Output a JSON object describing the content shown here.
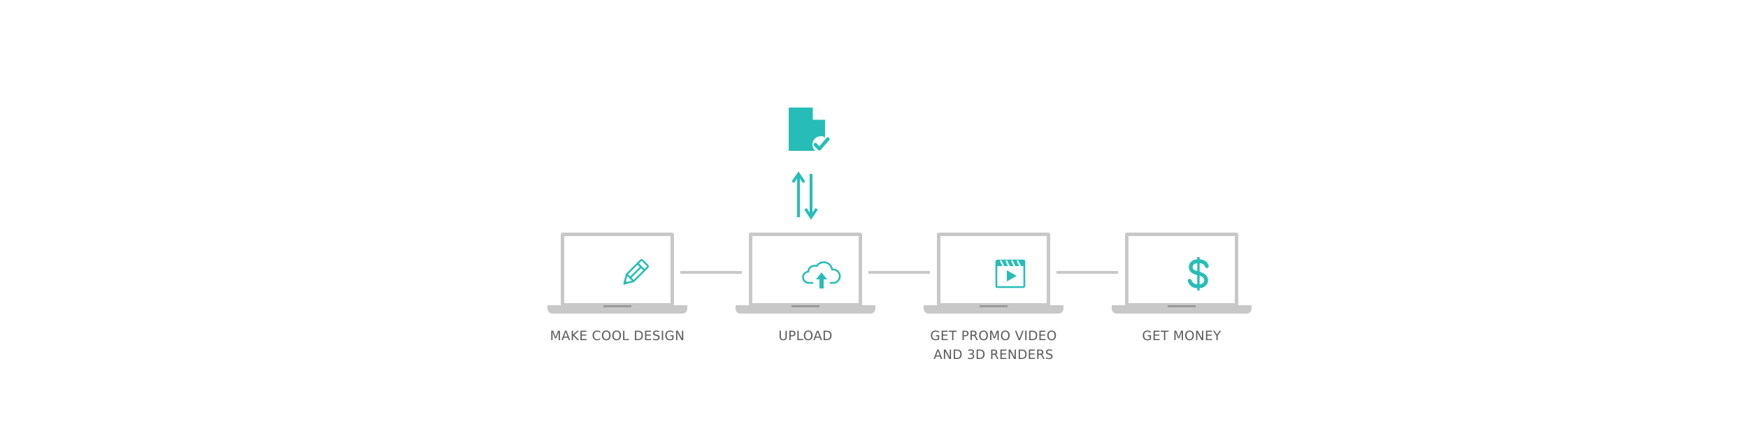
{
  "accent_color": "#27bdb7",
  "steps": [
    {
      "label_lines": [
        "MAKE COOL DESIGN"
      ],
      "icon": "pencil-icon"
    },
    {
      "label_lines": [
        "UPLOAD"
      ],
      "icon": "cloud-upload-icon"
    },
    {
      "label_lines": [
        "GET PROMO VIDEO",
        "AND 3D RENDERS"
      ],
      "icon": "video-clapper-icon"
    },
    {
      "label_lines": [
        "GET MONEY"
      ],
      "icon": "dollar-icon"
    }
  ],
  "upload_extras": {
    "document_icon": "document-check-icon",
    "arrows_icon": "up-down-arrows-icon"
  }
}
